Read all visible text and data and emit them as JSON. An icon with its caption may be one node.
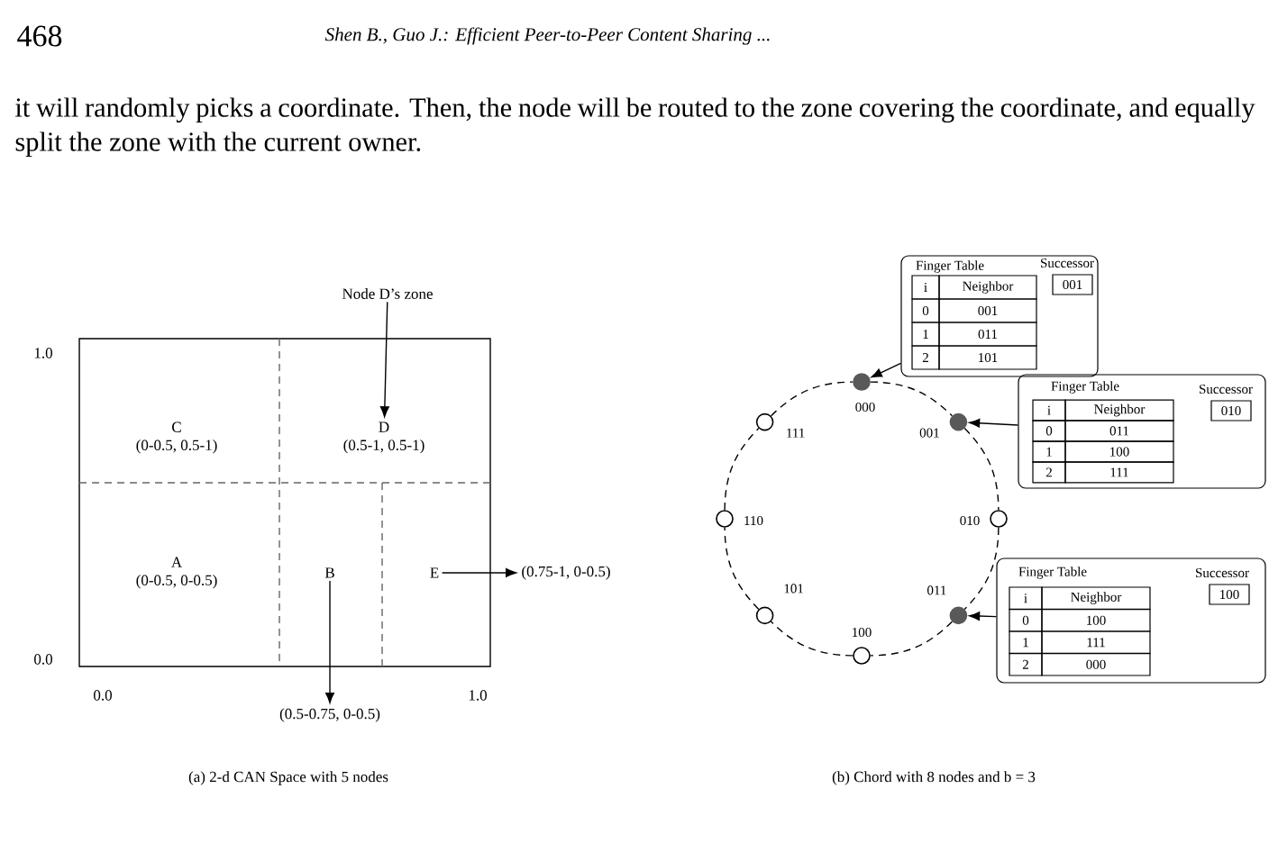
{
  "diagram": {
    "nodes": [
      {
        "text": [
          "Node D’s zone"
        ]
      },
      {
        "text": [
          "C",
          "(0-0.5, 0.5-1)"
        ]
      },
      {
        "text": [
          "D",
          "(0.5-1, 0.5-1)"
        ]
      },
      {
        "text": [
          "A",
          "(0-0.5, 0-0.5)"
        ]
      },
      {
        "text": [
          "B"
        ]
      },
      {
        "text": [
          "E"
        ]
      },
      {
        "text": [
          "(0.75-1, 0-0.5)"
        ]
      },
      {
        "text": [
          "(0.5-0.75, 0-0.5)"
        ]
      },
      {
        "text": [],
        "shape": "circle",
        "beside": [
          "000"
        ]
      },
      {
        "text": [],
        "shape": "circle",
        "beside": [
          "001"
        ]
      },
      {
        "text": [],
        "shape": "circle",
        "beside": [
          "010"
        ]
      },
      {
        "text": [],
        "shape": "circle",
        "beside": [
          "011"
        ]
      },
      {
        "text": [],
        "shape": "circle",
        "beside": [
          "100"
        ]
      },
      {
        "text": [],
        "shape": "circle",
        "beside": [
          "101"
        ]
      },
      {
        "text": [],
        "shape": "circle",
        "beside": [
          "110"
        ]
      },
      {
        "text": [],
        "shape": "circle",
        "beside": [
          "111"
        ]
      },
      {
        "text": [
          "Finger Table",
          "Successor"
        ]
      },
      {
        "text": [
          "001"
        ],
        "in": 16
      },
      {
        "text": [
          "i"
        ],
        "in": 16
      },
      {
        "text": [
          "Neighbor"
        ],
        "in": 16
      },
      {
        "text": [
          "0"
        ],
        "in": 16
      },
      {
        "text": [
          "001"
        ],
        "in": 16
      },
      {
        "text": [
          "1"
        ],
        "in": 16
      },
      {
        "text": [
          "011"
        ],
        "in": 16
      },
      {
        "text": [
          "2"
        ],
        "in": 16
      },
      {
        "text": [
          "101"
        ],
        "in": 16
      },
      {
        "text": [
          "Finger Table",
          "Successor"
        ]
      },
      {
        "text": [
          "010"
        ],
        "in": 26
      },
      {
        "text": [
          "i"
        ],
        "in": 26
      },
      {
        "text": [
          "Neighbor"
        ],
        "in": 26
      },
      {
        "text": [
          "0"
        ],
        "in": 26
      },
      {
        "text": [
          "011"
        ],
        "in": 26
      },
      {
        "text": [
          "1"
        ],
        "in": 26
      },
      {
        "text": [
          "100"
        ],
        "in": 26
      },
      {
        "text": [
          "2"
        ],
        "in": 26
      },
      {
        "text": [
          "111"
        ],
        "in": 26
      },
      {
        "text": [
          "Finger Table",
          "Successor"
        ]
      },
      {
        "text": [
          "100"
        ],
        "in": 36
      },
      {
        "text": [
          "i"
        ],
        "in": 36
      },
      {
        "text": [
          "Neighbor"
        ],
        "in": 36
      },
      {
        "text": [
          "0"
        ],
        "in": 36
      },
      {
        "text": [
          "100"
        ],
        "in": 36
      },
      {
        "text": [
          "1"
        ],
        "in": 36
      },
      {
        "text": [
          "111"
        ],
        "in": 36
      },
      {
        "text": [
          "2"
        ],
        "in": 36
      },
      {
        "text": [
          "000"
        ],
        "in": 36
      }
    ],
    "edges": [
      {
        "from": 0,
        "to": 2,
        "arrow": "to"
      },
      {
        "from": 4,
        "to": 7,
        "arrow": "to"
      },
      {
        "from": 5,
        "to": 6,
        "arrow": "to"
      },
      {
        "from": 8,
        "to": 9,
        "arrow": "none",
        "style": "dashed"
      },
      {
        "from": 9,
        "to": 10,
        "arrow": "none",
        "style": "dashed"
      },
      {
        "from": 10,
        "to": 11,
        "arrow": "none",
        "style": "dashed"
      },
      {
        "from": 11,
        "to": 12,
        "arrow": "none",
        "style": "dashed"
      },
      {
        "from": 12,
        "to": 13,
        "arrow": "none",
        "style": "dashed"
      },
      {
        "from": 13,
        "to": 14,
        "arrow": "none",
        "style": "dashed"
      },
      {
        "from": 14,
        "to": 15,
        "arrow": "none",
        "style": "dashed"
      },
      {
        "from": 15,
        "to": 8,
        "arrow": "none",
        "style": "dashed"
      },
      {
        "from": 16,
        "to": 8,
        "arrow": "to"
      },
      {
        "from": 26,
        "to": 9,
        "arrow": "to"
      },
      {
        "from": 36,
        "to": 11,
        "arrow": "to"
      }
    ],
    "labels": [
      "468",
      "*Shen B., Guo J.: Efficient Peer-to-Peer Content Sharing ...*",
      "it will randomly picks a coordinate. Then, the node will be routed to the zone covering the coordinate, and equally split the zone with the current owner.",
      "1.0",
      "0.0",
      "0.0",
      "1.0",
      "(a) 2-d CAN Space with 5 nodes",
      "(b) Chord with 8 nodes and b = 3"
    ]
  }
}
